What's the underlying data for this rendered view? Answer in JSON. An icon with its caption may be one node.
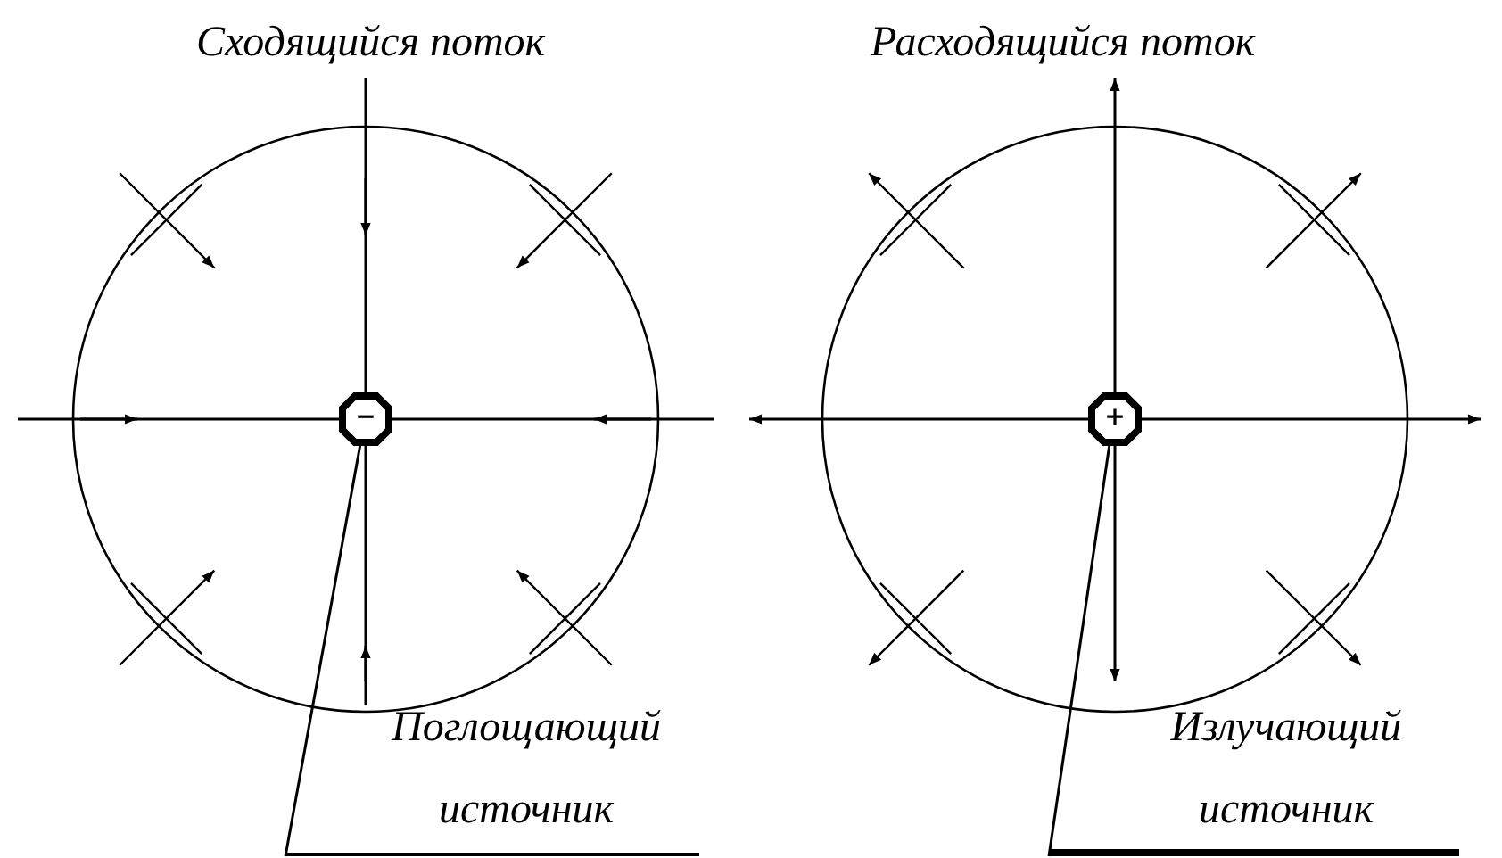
{
  "diagram": {
    "nodes": [
      {
        "text": [
          "Поглощающий источник"
        ]
      },
      {
        "text": [
          "−"
        ]
      },
      {
        "text": [
          "Излучающий источник"
        ]
      },
      {
        "text": [
          "+"
        ]
      }
    ],
    "edges": [
      {
        "from": 0,
        "to": 1,
        "arrow": "none"
      },
      {
        "from": 2,
        "to": 3,
        "arrow": "none"
      }
    ],
    "labels": [
      "Сходящийся поток",
      "Расходящийся поток"
    ]
  }
}
